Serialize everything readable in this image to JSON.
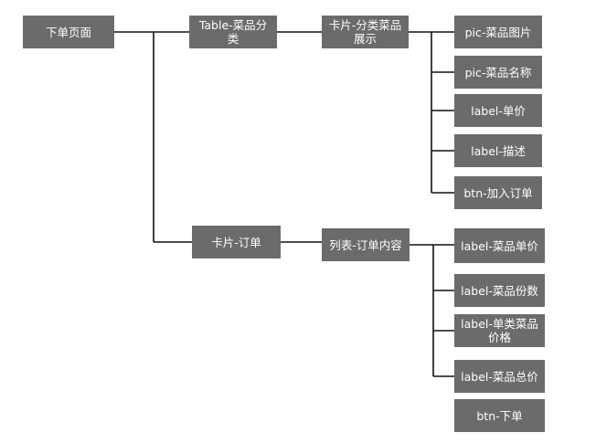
{
  "diagram": {
    "nodes": [
      {
        "id": "root",
        "label": "下单页面"
      },
      {
        "id": "table",
        "label": "Table-菜品分类"
      },
      {
        "id": "card_dishes",
        "label": "卡片-分类菜品展示"
      },
      {
        "id": "pic_img",
        "label": "pic-菜品图片"
      },
      {
        "id": "pic_name",
        "label": "pic-菜品名称"
      },
      {
        "id": "label_price",
        "label": "label-单价"
      },
      {
        "id": "label_desc",
        "label": "label-描述"
      },
      {
        "id": "btn_add",
        "label": "btn-加入订单"
      },
      {
        "id": "card_order",
        "label": "卡片-订单"
      },
      {
        "id": "list_order",
        "label": "列表-订单内容"
      },
      {
        "id": "label_unit",
        "label": "label-菜品单价"
      },
      {
        "id": "label_count",
        "label": "label-菜品份数"
      },
      {
        "id": "label_subtotal",
        "label": "label-单类菜品价格"
      },
      {
        "id": "label_total",
        "label": "label-菜品总价"
      },
      {
        "id": "btn_order",
        "label": "btn-下单"
      }
    ],
    "edges": [
      [
        "root",
        "table"
      ],
      [
        "root",
        "card_order"
      ],
      [
        "table",
        "card_dishes"
      ],
      [
        "card_dishes",
        "pic_img"
      ],
      [
        "card_dishes",
        "pic_name"
      ],
      [
        "card_dishes",
        "label_price"
      ],
      [
        "card_dishes",
        "label_desc"
      ],
      [
        "card_dishes",
        "btn_add"
      ],
      [
        "card_order",
        "list_order"
      ],
      [
        "list_order",
        "label_unit"
      ],
      [
        "list_order",
        "label_count"
      ],
      [
        "list_order",
        "label_subtotal"
      ],
      [
        "list_order",
        "label_total"
      ]
    ]
  }
}
